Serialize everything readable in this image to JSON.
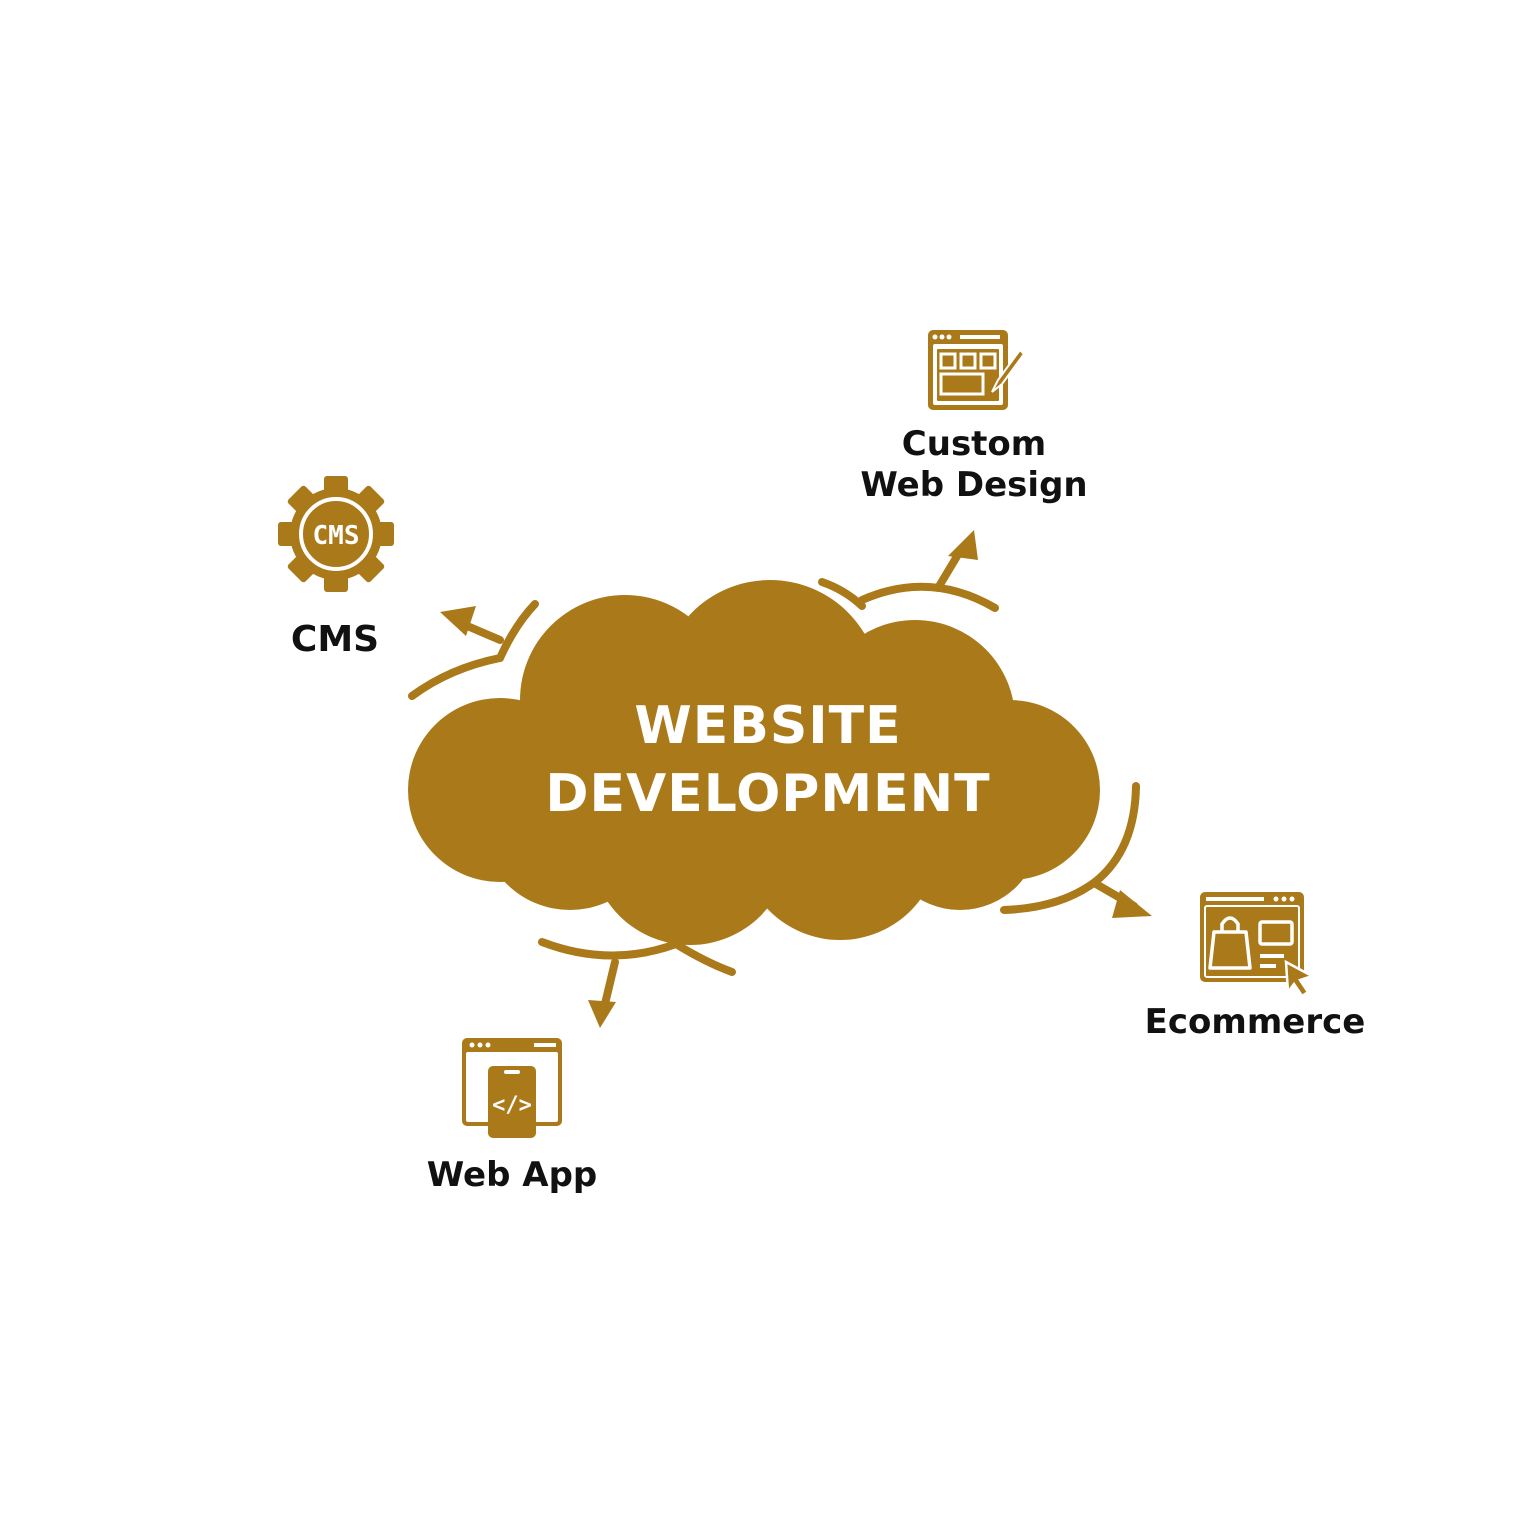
{
  "colors": {
    "accent": "#AA7A1A",
    "background": "#FFFFFF",
    "text": "#111111",
    "center_text": "#FFFFFF"
  },
  "center": {
    "line1": "WEBSITE",
    "line2": "DEVELOPMENT"
  },
  "nodes": {
    "custom_web_design": {
      "line1": "Custom",
      "line2": "Web Design",
      "icon": "web-design-icon"
    },
    "cms": {
      "label": "CMS",
      "icon_text": "CMS",
      "icon": "cms-gear-icon"
    },
    "ecommerce": {
      "label": "Ecommerce",
      "icon": "ecommerce-icon"
    },
    "web_app": {
      "label": "Web App",
      "icon": "web-app-icon"
    }
  }
}
